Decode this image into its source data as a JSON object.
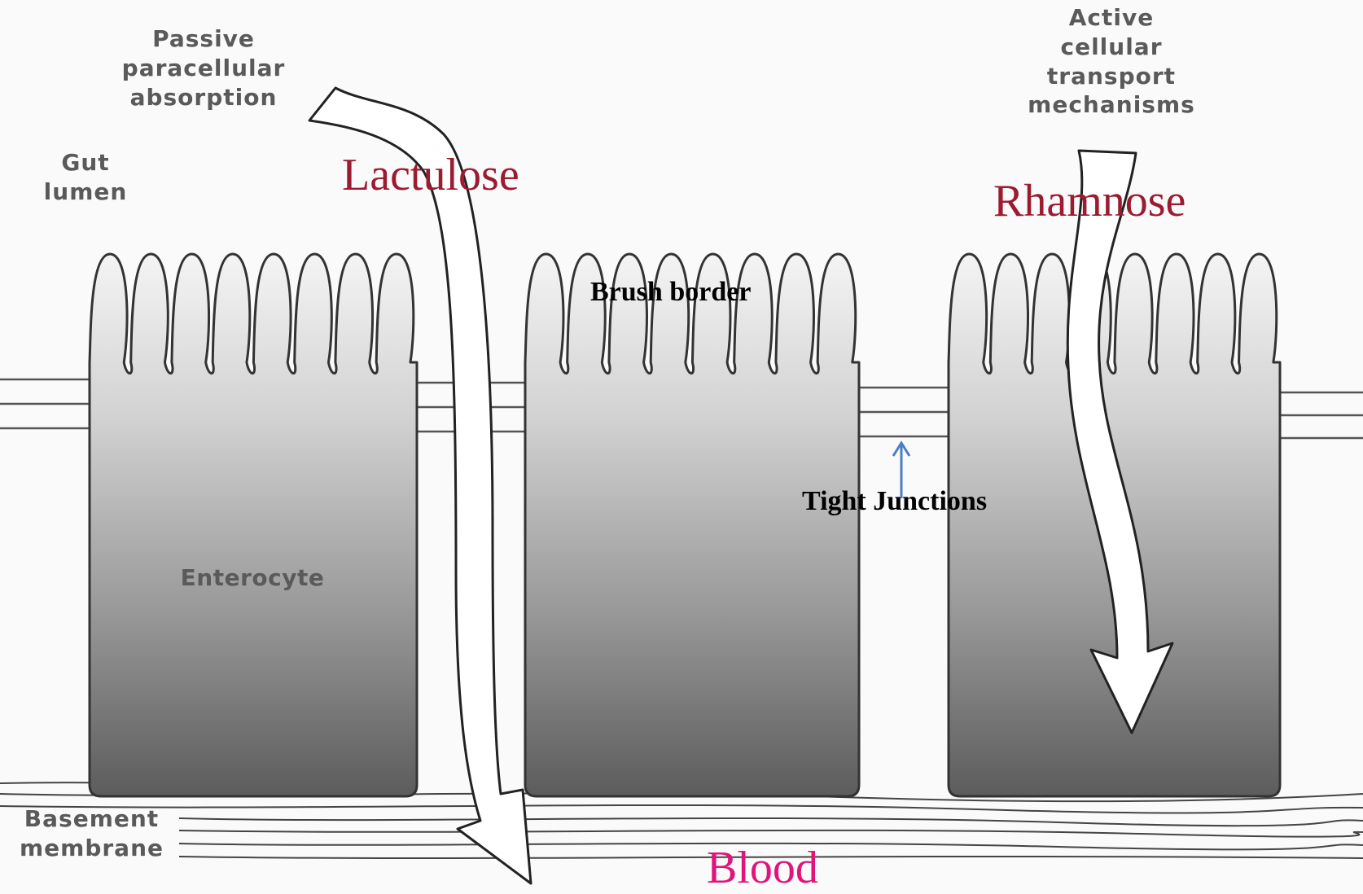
{
  "labels": {
    "passive": [
      "Passive",
      "paracellular",
      "absorption"
    ],
    "active": [
      "Active",
      "cellular",
      "transport",
      "mechanisms"
    ],
    "gut_lumen": [
      "Gut",
      "lumen"
    ],
    "basement_membrane": [
      "Basement",
      "membrane"
    ],
    "enterocyte": "Enterocyte",
    "lactulose": "Lactulose",
    "rhamnose": "Rhamnose",
    "brush_border": "Brush border",
    "tight_junctions": "Tight Junctions",
    "blood": "Blood"
  },
  "colors": {
    "sugar_label": "#9b1b30",
    "blood_label": "#e0147a",
    "tight_junction_arrow": "#4a7fc1"
  }
}
